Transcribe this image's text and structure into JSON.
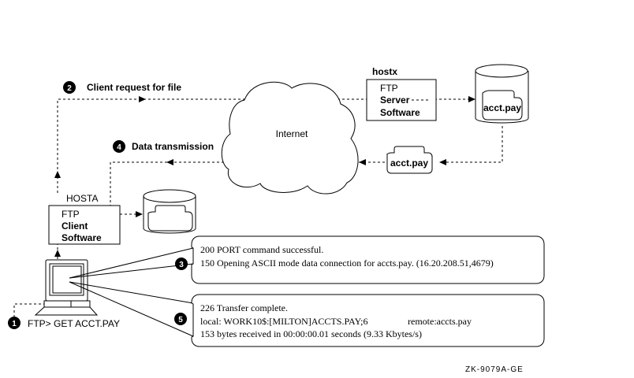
{
  "diagram": {
    "hosts": {
      "remote": {
        "name": "hostx",
        "software_lines": [
          "FTP",
          "Server",
          "Software"
        ]
      },
      "local": {
        "name": "HOSTA",
        "software_lines": [
          "FTP",
          "Client",
          "Software"
        ]
      }
    },
    "network_label": "Internet",
    "file_label": "acct.pay",
    "steps": [
      {
        "number": "1",
        "label": "FTP> GET ACCT.PAY"
      },
      {
        "number": "2",
        "label": "Client request for file"
      },
      {
        "number": "3",
        "label": ""
      },
      {
        "number": "4",
        "label": "Data transmission"
      },
      {
        "number": "5",
        "label": ""
      }
    ],
    "callout_3_lines": [
      "200 PORT command successful.",
      "150 Opening ASCII mode data connection for accts.pay. (16.20.208.51,4679)"
    ],
    "callout_5_lines": [
      "226 Transfer complete.",
      "local: WORK10$:[MILTON]ACCTS.PAY;6",
      "remote:accts.pay",
      "153 bytes received in 00:00:00.01 seconds (9.33 Kbytes/s)"
    ],
    "figure_id": "ZK-9079A-GE"
  }
}
